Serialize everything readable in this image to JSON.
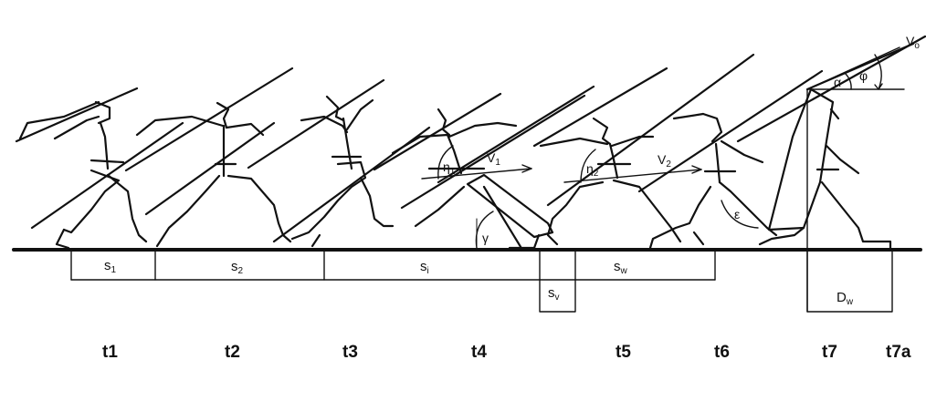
{
  "figure": {
    "frames": [
      "t1",
      "t2",
      "t3",
      "t4",
      "t5",
      "t6",
      "t7",
      "t7a"
    ],
    "segments": [
      {
        "key": "s1",
        "main": "s",
        "sub": "1"
      },
      {
        "key": "s2",
        "main": "s",
        "sub": "2"
      },
      {
        "key": "si",
        "main": "s",
        "sub": "i"
      },
      {
        "key": "sv",
        "main": "s",
        "sub": "v"
      },
      {
        "key": "sw",
        "main": "s",
        "sub": "w"
      },
      {
        "key": "dw",
        "main": "D",
        "sub": "w"
      }
    ],
    "velocities": [
      {
        "key": "v1",
        "main": "V",
        "sub": "1"
      },
      {
        "key": "v2",
        "main": "V",
        "sub": "2"
      },
      {
        "key": "vo",
        "main": "V",
        "sub": "o"
      }
    ],
    "angles": [
      {
        "key": "eta1",
        "main": "η",
        "sub": "1"
      },
      {
        "key": "eta2",
        "main": "η",
        "sub": "2"
      },
      {
        "key": "gamma",
        "main": "γ",
        "sub": ""
      },
      {
        "key": "epsilon",
        "main": "ε",
        "sub": ""
      },
      {
        "key": "alpha",
        "main": "α",
        "sub": ""
      },
      {
        "key": "phi",
        "main": "φ",
        "sub": ""
      }
    ]
  }
}
